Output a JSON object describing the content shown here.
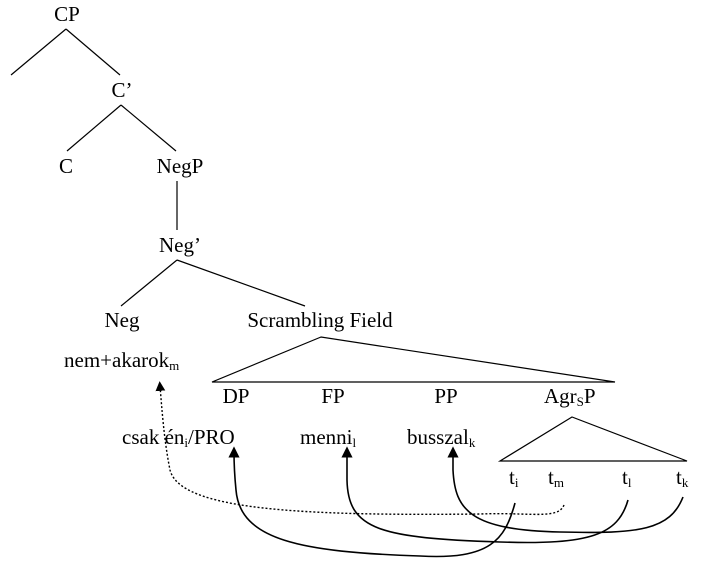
{
  "nodes": {
    "cp": "CP",
    "c_bar": "C’",
    "c": "C",
    "negp": "NegP",
    "neg_bar": "Neg’",
    "neg": "Neg",
    "scrambling_field": "Scrambling Field",
    "dp": "DP",
    "fp": "FP",
    "pp": "PP",
    "agrsp": {
      "base": "Agr",
      "sub": "S",
      "tail": "P"
    }
  },
  "words": {
    "nem_akarok": {
      "base": "nem+akarok",
      "sub": "m"
    },
    "csak_en": {
      "base": "csak én",
      "sub": "i",
      "tail": "/PRO"
    },
    "menni": {
      "base": "menni",
      "sub": "l"
    },
    "busszal": {
      "base": "busszal",
      "sub": "k"
    }
  },
  "traces": [
    {
      "base": "t",
      "sub": "i"
    },
    {
      "base": "t",
      "sub": "m"
    },
    {
      "base": "t",
      "sub": "l"
    },
    {
      "base": "t",
      "sub": "k"
    }
  ]
}
